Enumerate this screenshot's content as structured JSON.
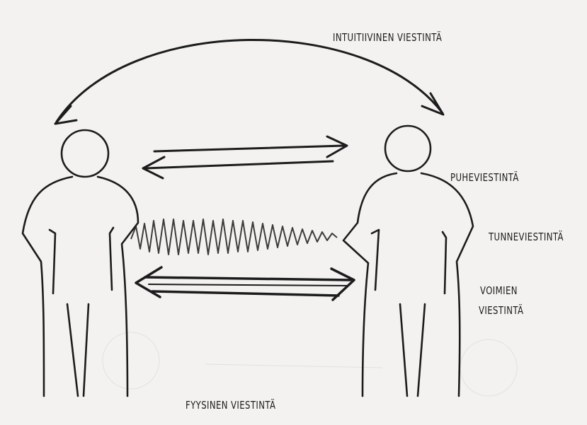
{
  "labels": {
    "intuitive": "INTUITIIVINEN VIESTINTÄ",
    "speech": "PUHEVIESTINTÄ",
    "emotion": "TUNNEVIESTINTÄ",
    "forces_line1": "VOIMIEN",
    "forces_line2": "VIESTINTÄ",
    "physical": "FYYSINEN VIESTINTÄ"
  },
  "colors": {
    "ink": "#1c1c1c",
    "paper": "#f3f2f0"
  }
}
